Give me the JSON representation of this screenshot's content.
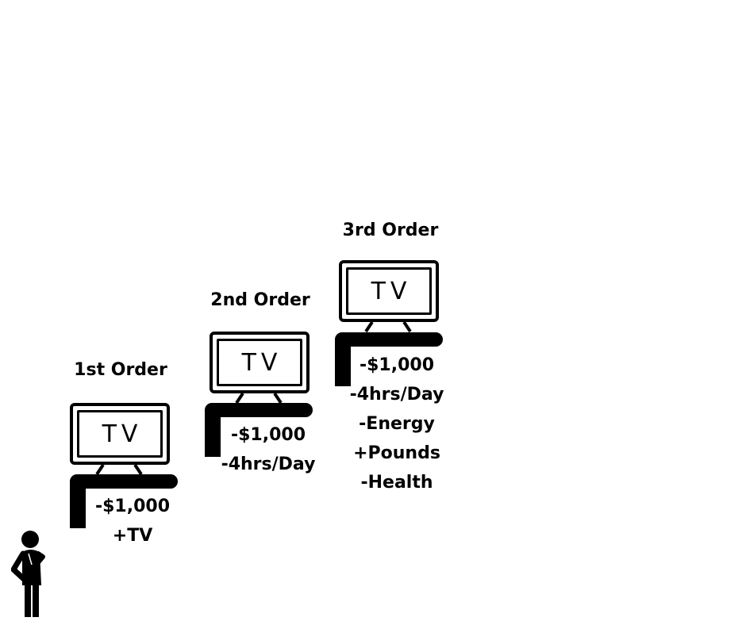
{
  "orders": [
    {
      "title": "1st Order",
      "tv_label": "TV",
      "effects": [
        "-$1,000",
        "+TV"
      ]
    },
    {
      "title": "2nd Order",
      "tv_label": "TV",
      "effects": [
        "-$1,000",
        "-4hrs/Day"
      ]
    },
    {
      "title": "3rd Order",
      "tv_label": "TV",
      "effects": [
        "-$1,000",
        "-4hrs/Day",
        "-Energy",
        "+Pounds",
        "-Health"
      ]
    }
  ],
  "colors": {
    "ink": "#000000",
    "background": "#ffffff"
  },
  "icons": {
    "tv": "tv-icon",
    "person": "person-icon"
  }
}
